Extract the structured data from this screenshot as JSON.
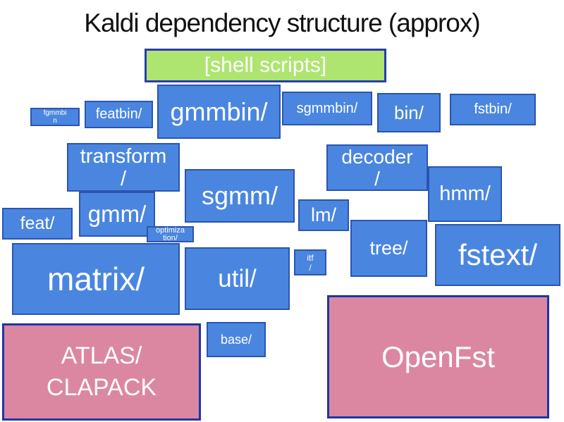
{
  "title": "Kaldi dependency structure (approx)",
  "colors": {
    "blue_fill": "#4a86e0",
    "blue_border": "#2b55b0",
    "green_fill": "#aee571",
    "green_border": "#2a3cb0",
    "pink_fill": "#db87a2",
    "pink_border": "#1f35a8",
    "label_color": "#ffffff",
    "title_color": "#111111"
  },
  "nodes": {
    "shell_scripts": {
      "label": "[shell scripts]",
      "type": "green"
    },
    "fgmmbin": {
      "label": "fgmmbi\nn",
      "type": "blue"
    },
    "featbin": {
      "label": "featbin/",
      "type": "blue"
    },
    "gmmbin": {
      "label": "gmmbin/",
      "type": "blue"
    },
    "sgmmbin": {
      "label": "sgmmbin/",
      "type": "blue"
    },
    "bin": {
      "label": "bin/",
      "type": "blue"
    },
    "fstbin": {
      "label": "fstbin/",
      "type": "blue"
    },
    "transform": {
      "label": "transform\n/",
      "type": "blue"
    },
    "decoder": {
      "label": "decoder\n/",
      "type": "blue"
    },
    "sgmm": {
      "label": "sgmm/",
      "type": "blue"
    },
    "hmm": {
      "label": "hmm/",
      "type": "blue"
    },
    "gmm": {
      "label": "gmm/",
      "type": "blue"
    },
    "feat": {
      "label": "feat/",
      "type": "blue"
    },
    "lm": {
      "label": "lm/",
      "type": "blue"
    },
    "optimization": {
      "label": "optimiza\ntion/",
      "type": "blue"
    },
    "itf": {
      "label": "itf\n/",
      "type": "blue"
    },
    "tree": {
      "label": "tree/",
      "type": "blue"
    },
    "fstext": {
      "label": "fstext/",
      "type": "blue"
    },
    "matrix": {
      "label": "matrix/",
      "type": "blue"
    },
    "util": {
      "label": "util/",
      "type": "blue"
    },
    "base": {
      "label": "base/",
      "type": "blue"
    },
    "atlas_clapack": {
      "label": "ATLAS/\nCLAPACK",
      "type": "pink"
    },
    "openfst": {
      "label": "OpenFst",
      "type": "pink"
    }
  }
}
